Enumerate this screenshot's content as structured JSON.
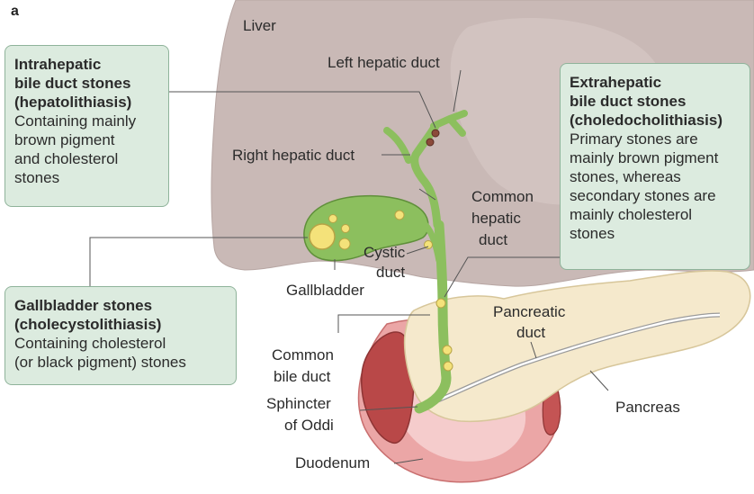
{
  "panel_letter": "a",
  "colors": {
    "liver": "#c9b9b6",
    "duct": "#8cbf5e",
    "stone": "#f4e27a",
    "pancreas": "#f5e9cc",
    "duodenum": "#e8a0a0",
    "box_fill": "#dcebdf",
    "box_border": "#8fb39a"
  },
  "labels": {
    "liver": "Liver",
    "left_hepatic_duct": "Left hepatic duct",
    "right_hepatic_duct": "Right hepatic duct",
    "common_hepatic_duct": [
      "Common",
      "hepatic",
      "duct"
    ],
    "cystic_duct": [
      "Cystic",
      "duct"
    ],
    "gallbladder": "Gallbladder",
    "pancreatic_duct": [
      "Pancreatic",
      "duct"
    ],
    "common_bile_duct": [
      "Common",
      "bile duct"
    ],
    "sphincter": [
      "Sphincter",
      "of Oddi"
    ],
    "pancreas": "Pancreas",
    "duodenum": "Duodenum"
  },
  "boxes": {
    "intrahepatic": {
      "title": [
        "Intrahepatic",
        "bile duct stones",
        "(hepatolithiasis)"
      ],
      "desc": [
        "Containing mainly",
        "brown pigment",
        "and cholesterol",
        "stones"
      ]
    },
    "extrahepatic": {
      "title": [
        "Extrahepatic",
        "bile duct stones",
        "(choledocholithiasis)"
      ],
      "desc": [
        "Primary stones are",
        "mainly brown pigment",
        "stones, whereas",
        "secondary stones are",
        "mainly cholesterol",
        "stones"
      ]
    },
    "gallbladder": {
      "title": [
        "Gallbladder stones",
        "(cholecystolithiasis)"
      ],
      "desc": [
        "Containing cholesterol",
        "(or black pigment) stones"
      ]
    }
  }
}
